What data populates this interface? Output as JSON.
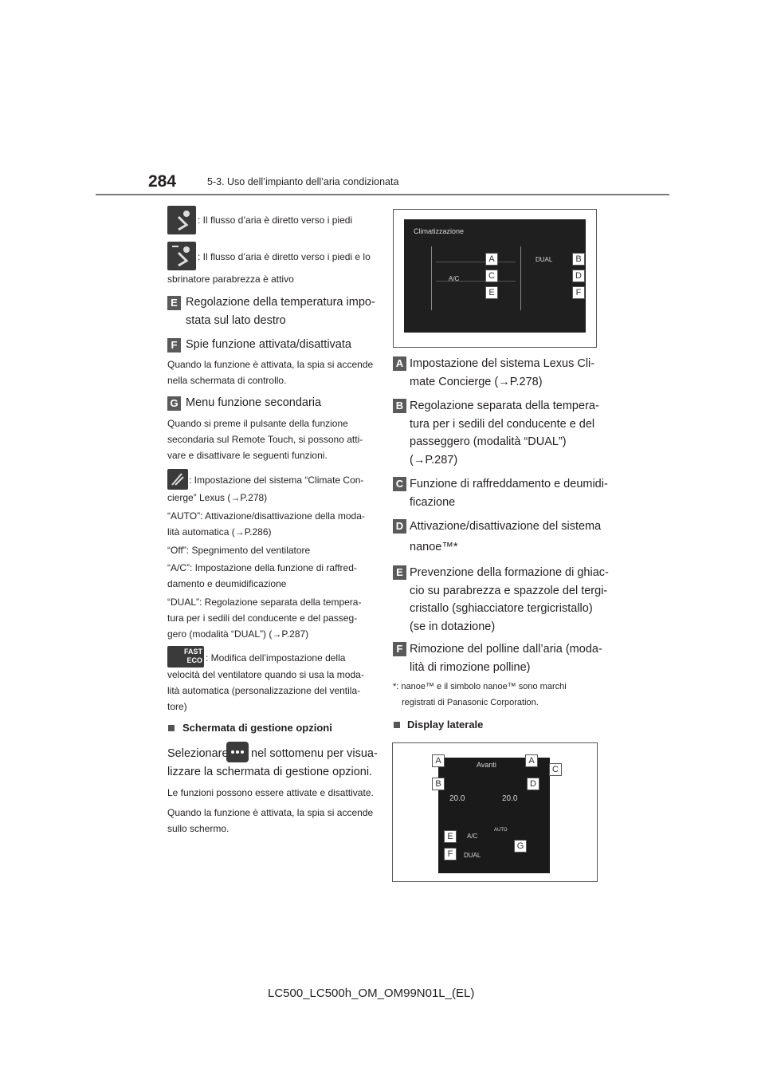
{
  "header": {
    "page_number": "284",
    "section": "5-3. Uso dell’impianto dell’aria condizionata"
  },
  "left": {
    "icon1_text": ": Il flusso d’aria è diretto verso i piedi",
    "icon2_text_a": ": Il flusso d’aria è diretto verso i piedi e lo",
    "icon2_text_b": "sbrinatore parabrezza è attivo",
    "E": {
      "letter": "E",
      "line1": "Regolazione della temperatura impo-",
      "line2": "stata sul lato destro"
    },
    "F": {
      "letter": "F",
      "line1": "Spie funzione attivata/disattivata",
      "desc1": "Quando la funzione è attivata, la spia si accende",
      "desc2": "nella schermata di controllo."
    },
    "G": {
      "letter": "G",
      "line1": "Menu funzione secondaria",
      "desc1": "Quando si preme il pulsante della funzione",
      "desc2": "secondaria sul Remote Touch, si possono atti-",
      "desc3": "vare e disattivare le seguenti funzioni."
    },
    "concierge_a": ": Impostazione del sistema “Climate Con-",
    "concierge_b": "cierge” Lexus (→P.278)",
    "auto_a": "“AUTO”: Attivazione/disattivazione della moda-",
    "auto_b": "lità automatica (→P.286)",
    "off": "“Off”: Spegnimento del ventilatore",
    "ac_a": "“A/C”: Impostazione della funzione di raffred-",
    "ac_b": "damento e deumidificazione",
    "dual_a": "“DUAL”: Regolazione separata della tempera-",
    "dual_b": "tura per i sedili del conducente e del passeg-",
    "dual_c": "gero (modalità “DUAL”) (→P.287)",
    "fast_a": ": Modifica dell’impostazione della",
    "fast_b": "velocità del ventilatore quando si usa la moda-",
    "fast_c": "lità automatica (personalizzazione del ventila-",
    "fast_d": "tore)",
    "fast_icon": "FAST ECO",
    "options_heading": "Schermata di gestione opzioni",
    "select_a": "Selezionare",
    "select_b": "nel sottomenu per visua-",
    "select_c": "lizzare la schermata di gestione opzioni.",
    "opt_desc": "Le funzioni possono essere attivate e disattivate.",
    "opt_desc2": "Quando la funzione è attivata, la spia si accende",
    "opt_desc3": "sullo schermo."
  },
  "screen1": {
    "title": "Climatizzazione",
    "dual": "DUAL",
    "ac": "A/C",
    "labels": [
      "A",
      "B",
      "C",
      "D",
      "E",
      "F"
    ]
  },
  "right": {
    "A": {
      "letter": "A",
      "l1": "Impostazione del sistema Lexus Cli-",
      "l2": "mate Concierge (→P.278)"
    },
    "B": {
      "letter": "B",
      "l1": "Regolazione separata della tempera-",
      "l2": "tura per i sedili del conducente e del",
      "l3": "passeggero (modalità “DUAL”)",
      "l4": "(→P.287)"
    },
    "C": {
      "letter": "C",
      "l1": "Funzione di raffreddamento e deumidi-",
      "l2": "ficazione"
    },
    "D": {
      "letter": "D",
      "l1": "Attivazione/disattivazione del sistema",
      "l2": "nanoe™*"
    },
    "E": {
      "letter": "E",
      "l1": "Prevenzione della formazione di ghiac-",
      "l2": "cio su parabrezza e spazzole del tergi-",
      "l3": "cristallo (sghiacciatore tergicristallo)",
      "l4": "(se in dotazione)"
    },
    "F": {
      "letter": "F",
      "l1": "Rimozione del polline dall’aria (moda-",
      "l2": "lità di rimozione polline)"
    },
    "footnote_a": "*: nanoe™ e il simbolo nanoe™ sono marchi",
    "footnote_b": "registrati di Panasonic Corporation.",
    "display_heading": "Display laterale"
  },
  "screen2": {
    "avanti": "Avanti",
    "temp_left": "20.0",
    "temp_right": "20.0",
    "ac": "A/C",
    "auto": "AUTO",
    "dual": "DUAL",
    "labels": [
      "A",
      "A",
      "C",
      "B",
      "D",
      "E",
      "F",
      "G"
    ]
  },
  "footer": "LC500_LC500h_OM_OM99N01L_(EL)"
}
